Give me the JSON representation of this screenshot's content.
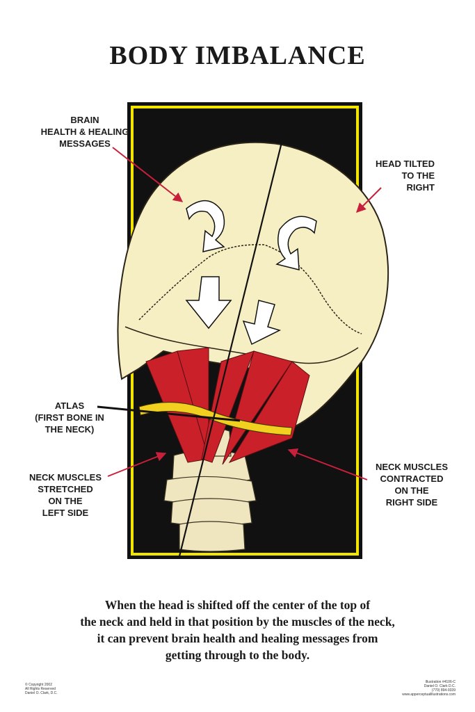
{
  "title": "BODY IMBALANCE",
  "labels": {
    "brain": [
      "BRAIN",
      "HEALTH & HEALING",
      "MESSAGES"
    ],
    "head_tilted": [
      "HEAD TILTED",
      "TO THE",
      "RIGHT"
    ],
    "atlas": [
      "ATLAS",
      "(FIRST BONE IN",
      "THE NECK)"
    ],
    "neck_left": [
      "NECK MUSCLES",
      "STRETCHED",
      "ON THE",
      "LEFT SIDE"
    ],
    "neck_right": [
      "NECK MUSCLES",
      "CONTRACTED",
      "ON THE",
      "RIGHT SIDE"
    ]
  },
  "caption": [
    "When the head is shifted off the center of the top of",
    "the neck and held in that position by the muscles of the neck,",
    "it can prevent brain health and  healing messages from",
    "getting through to the body."
  ],
  "footer_left": [
    "© Copyright 2002",
    "All Rights Reserved",
    "Daniel O. Clark, D.C."
  ],
  "footer_right": [
    "Illustration #4106-C",
    "Daniel O. Clark D.C.",
    "(770) 894-9339",
    "www.apperceptualillustrations.com"
  ],
  "colors": {
    "panel_bg": "#111111",
    "panel_border": "#f2e600",
    "skull": "#f6efc4",
    "muscle": "#c9202a",
    "bone": "#efe6bf",
    "arrow": "#c8203a"
  }
}
